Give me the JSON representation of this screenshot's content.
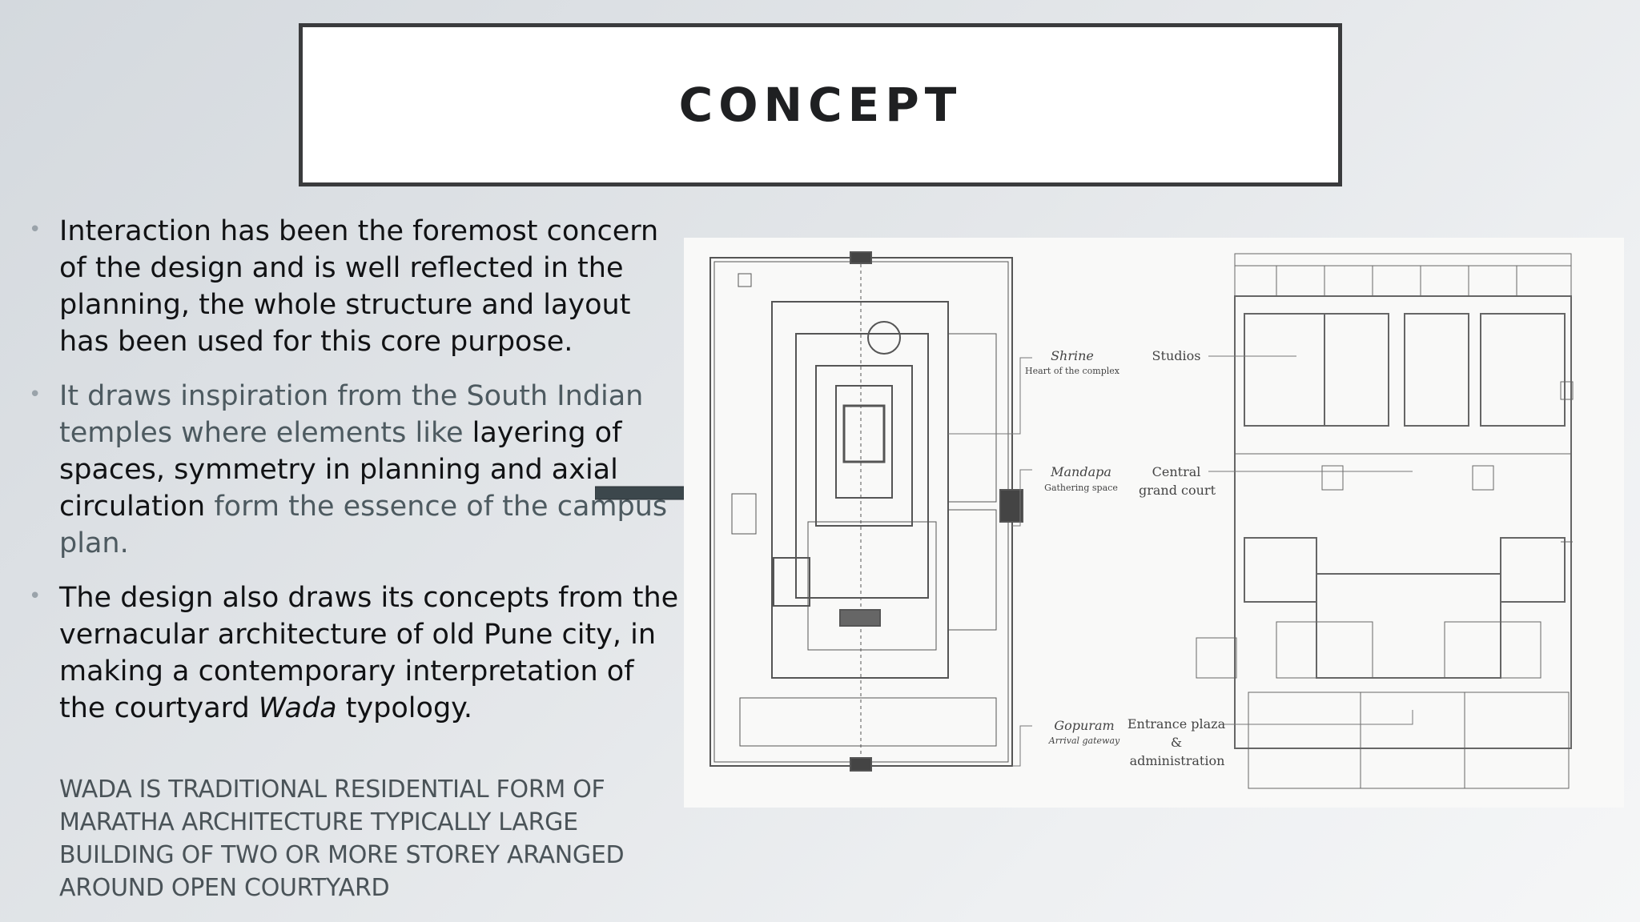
{
  "slide": {
    "title": "CONCEPT",
    "bullets": [
      {
        "parts": [
          {
            "text": "Interaction has been the foremost concern of the design and is well reflected in the planning, the whole structure and layout has been used for this core purpose.",
            "style": "normal"
          }
        ]
      },
      {
        "parts": [
          {
            "text": "It draws inspiration from the South Indian temples where elements like ",
            "style": "grey"
          },
          {
            "text": "layering of spaces, symmetry in planning and axial circulation",
            "style": "normal"
          },
          {
            "text": " form the essence of the campus plan.",
            "style": "grey"
          }
        ]
      },
      {
        "parts": [
          {
            "text": "The design also draws its concepts from the vernacular architecture of old Pune city, in making a contemporary interpretation of the courtyard ",
            "style": "normal"
          },
          {
            "text": "Wada",
            "style": "italic"
          },
          {
            "text": " typology.",
            "style": "normal"
          }
        ]
      }
    ],
    "note": "WADA IS TRADITIONAL RESIDENTIAL FORM OF MARATHA ARCHITECTURE TYPICALLY LARGE BUILDING OF TWO OR MORE STOREY ARANGED AROUND OPEN COURTYARD"
  },
  "plan": {
    "temple_labels": [
      {
        "name": "Shrine",
        "sub": "Heart of the complex"
      },
      {
        "name": "Mandapa",
        "sub": "Gathering space"
      },
      {
        "name": "Gopuram",
        "sub": "Arrival gateway"
      }
    ],
    "campus_labels": [
      "Studios",
      "Central",
      "grand court",
      "Entrance plaza",
      "&",
      "administration"
    ]
  },
  "colors": {
    "title_border": "#3a3b3d",
    "arrow": "#3c474c",
    "text_grey": "#4d5a60"
  }
}
